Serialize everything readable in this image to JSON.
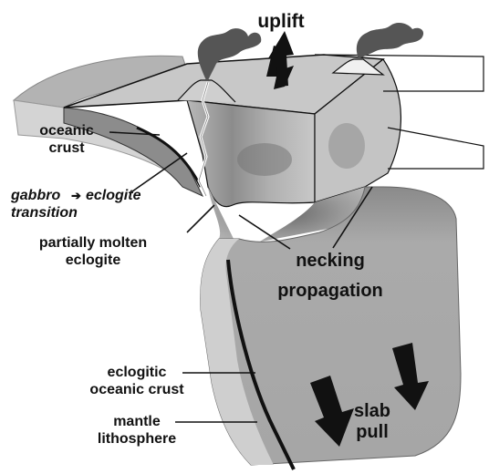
{
  "labels": {
    "uplift": "uplift",
    "oceanic_crust_line1": "oceanic",
    "oceanic_crust_line2": "crust",
    "transition_part1": "gabbro",
    "transition_arrow": "➔",
    "transition_part2": "eclogite",
    "transition_line2": "transition",
    "molten_line1": "partially molten",
    "molten_line2": "eclogite",
    "necking_line1": "necking",
    "necking_line2": "propagation",
    "eclogitic_line1": "eclogitic",
    "eclogitic_line2": "oceanic crust",
    "mantle_line1": "mantle",
    "mantle_line2": "lithosphere",
    "slab_pull_line1": "slab",
    "slab_pull_line2": "pull"
  },
  "colors": {
    "lithosphere_gray": "#a9a9a9",
    "crust_light": "#d0d0d0",
    "dark_band": "#6e6e6e",
    "outline": "#111111"
  }
}
